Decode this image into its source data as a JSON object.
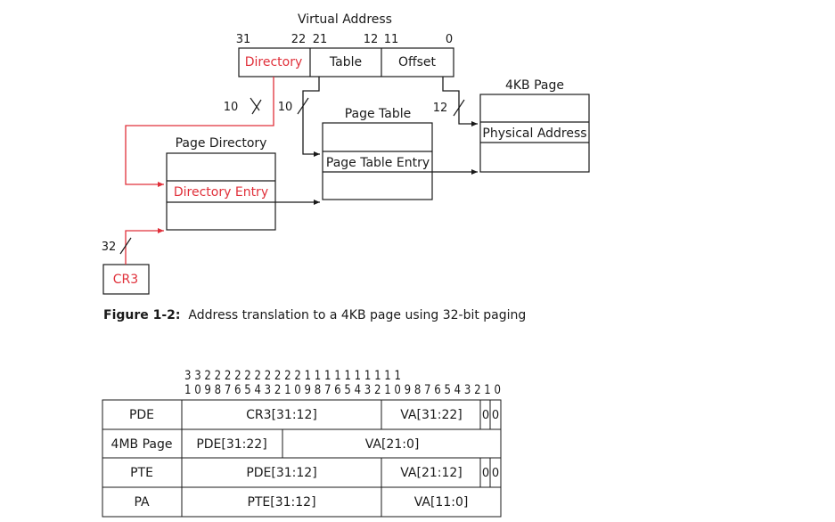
{
  "diagram": {
    "va_title": "Virtual Address",
    "bit_labels": {
      "b31": "31",
      "b22": "22",
      "b21": "21",
      "b12": "12",
      "b11": "11",
      "b0": "0"
    },
    "va_fields": {
      "directory": "Directory",
      "table": "Table",
      "offset": "Offset"
    },
    "page_4kb_title": "4KB Page",
    "physical_address": "Physical Address",
    "page_table_title": "Page Table",
    "page_table_entry": "Page Table Entry",
    "page_directory_title": "Page Directory",
    "directory_entry": "Directory Entry",
    "cr3": "CR3",
    "widths": {
      "dir": "10",
      "table": "10",
      "offset": "12",
      "cr3": "32"
    },
    "colors": {
      "accent_red": "#e0303a",
      "line": "#1a1a1a"
    }
  },
  "caption": {
    "label": "Figure 1-2:",
    "text": "Address translation to a 4KB page using 32-bit paging"
  },
  "bit_table": {
    "tens_row": "3 3 2 2 2 2 2 2 2 2 2 2 1 1 1 1 1 1 1 1 1 1",
    "ones_row": "1 0 9 8 7 6 5 4 3 2 1 0 9 8 7 6 5 4 3 2 1 0 9 8 7 6 5 4 3 2 1 0",
    "rows": [
      {
        "name": "PDE",
        "c1": "CR3[31:12]",
        "c2": "VA[31:22]",
        "z1": "0",
        "z2": "0"
      },
      {
        "name": "4MB Page",
        "c1": "PDE[31:22]",
        "c2": "VA[21:0]"
      },
      {
        "name": "PTE",
        "c1": "PDE[31:12]",
        "c2": "VA[21:12]",
        "z1": "0",
        "z2": "0"
      },
      {
        "name": "PA",
        "c1": "PTE[31:12]",
        "c2": "VA[11:0]"
      }
    ]
  }
}
